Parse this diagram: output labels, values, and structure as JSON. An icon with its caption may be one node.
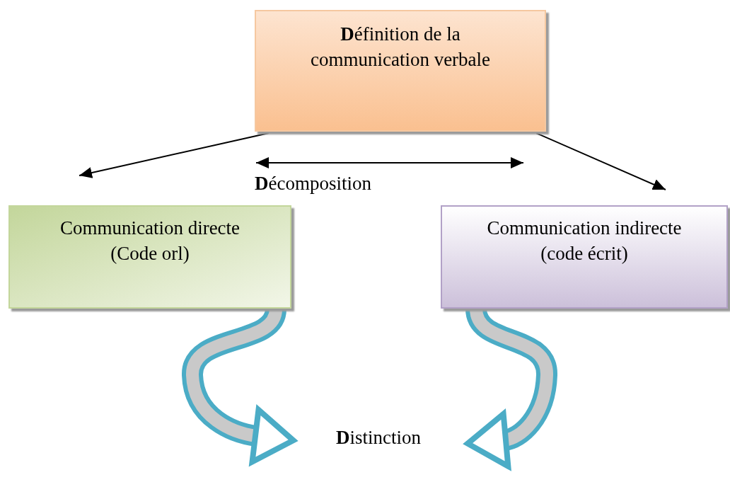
{
  "diagram": {
    "nodes": [
      {
        "text": [
          "**D**éfinition de la communication verbale"
        ]
      },
      {
        "text": [
          "Communication directe (Code orl)"
        ]
      },
      {
        "text": [
          "Communication indirecte (code écrit)"
        ]
      },
      {
        "text": [
          "**D**istinction"
        ]
      }
    ],
    "edges": [
      {
        "from": 0,
        "to": 1,
        "arrow": "to"
      },
      {
        "from": 0,
        "to": 2,
        "arrow": "to"
      },
      {
        "from": 1,
        "to": 3,
        "arrow": "to",
        "style": "thick",
        "color": "#4bacc6"
      },
      {
        "from": 2,
        "to": 3,
        "arrow": "to",
        "style": "thick",
        "color": "#4bacc6"
      }
    ],
    "labels": [
      "**D**écomposition"
    ]
  }
}
